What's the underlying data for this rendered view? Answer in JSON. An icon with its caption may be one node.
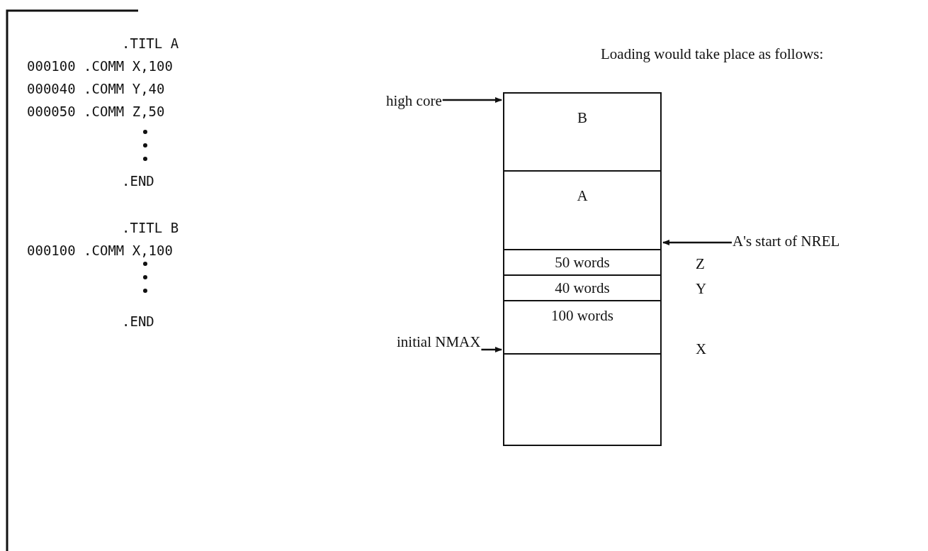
{
  "diagram": {
    "title": "Loading would take place as follows:",
    "nodes": [
      {
        "text": [
          "B"
        ]
      },
      {
        "text": [
          "A"
        ]
      },
      {
        "text": [
          "50 words"
        ],
        "beside": [
          "Z"
        ]
      },
      {
        "text": [
          "40 words"
        ],
        "beside": [
          "Y"
        ]
      },
      {
        "text": [
          "100 words"
        ],
        "beside": [
          "X"
        ]
      },
      {
        "text": [],
        "shape": "box"
      },
      {
        "text": [
          "high core"
        ]
      },
      {
        "text": [
          "A's start of NREL"
        ]
      },
      {
        "text": [
          "initial NMAX"
        ]
      }
    ],
    "edges": [
      {
        "from": 6,
        "to": 0,
        "arrow": "to"
      },
      {
        "from": 7,
        "to": 1,
        "arrow": "to"
      },
      {
        "from": 8,
        "to": 4,
        "arrow": "to"
      }
    ],
    "labels": [
      ".TITL A",
      "000100 .COMM X,100",
      "000040 .COMM Y,40",
      "000050 .COMM Z,50",
      ".END",
      ".TITL B",
      "000100 .COMM X,100",
      ".END"
    ]
  }
}
